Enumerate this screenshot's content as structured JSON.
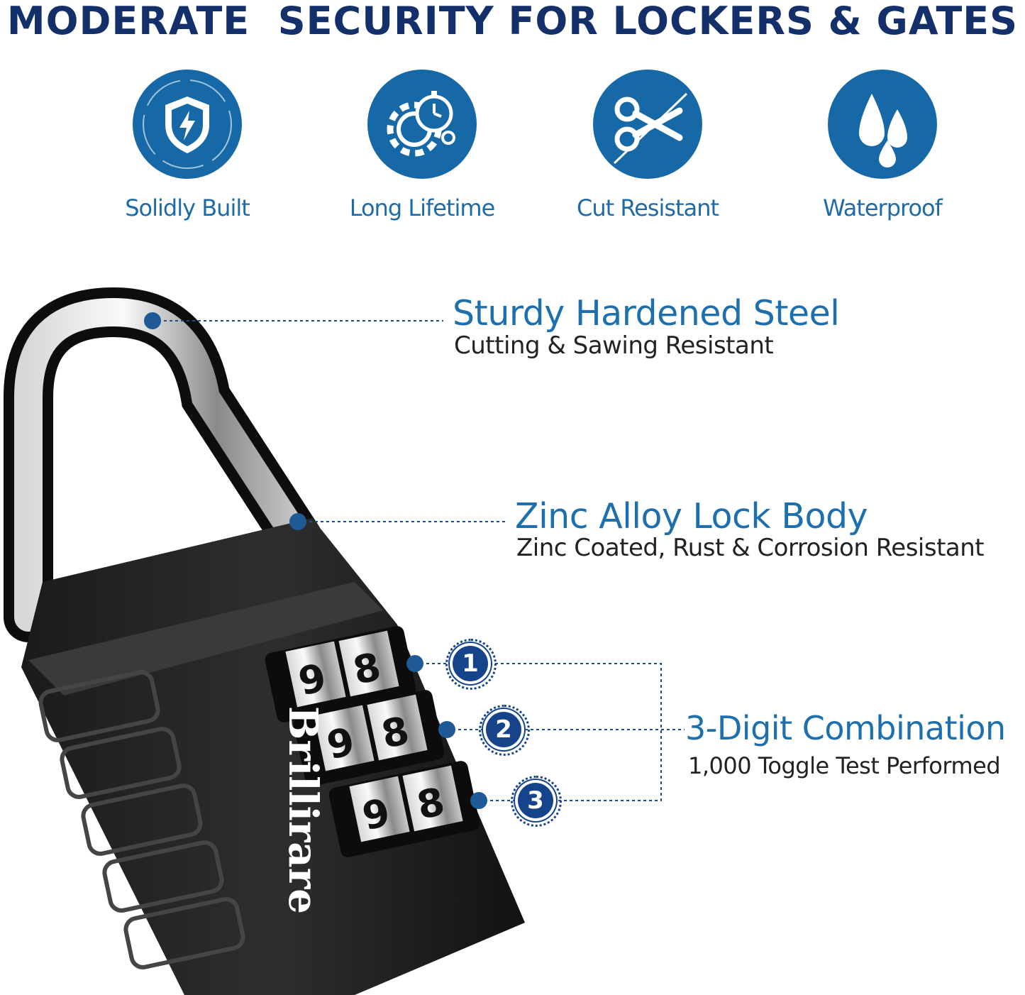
{
  "headline": "MODERATE  SECURITY FOR LOCKERS & GATES",
  "features": [
    {
      "label": "Solidly Built",
      "icon": "shield-lightning-icon"
    },
    {
      "label": "Long Lifetime",
      "icon": "gears-stopwatch-icon"
    },
    {
      "label": "Cut Resistant",
      "icon": "scissors-icon"
    },
    {
      "label": "Waterproof",
      "icon": "water-drops-icon"
    }
  ],
  "callouts": [
    {
      "title": "Sturdy Hardened Steel",
      "subtitle": "Cutting & Sawing Resistant"
    },
    {
      "title": "Zinc Alloy Lock Body",
      "subtitle": "Zinc Coated, Rust & Corrosion Resistant"
    },
    {
      "title": "3-Digit Combination",
      "subtitle": "1,000 Toggle Test Performed"
    }
  ],
  "lock": {
    "brand": "Brillirare",
    "dial_badges": [
      "1",
      "2",
      "3"
    ],
    "dial_digits": [
      "9",
      "8"
    ]
  },
  "colors": {
    "headline": "#13306b",
    "icon_disc": "#1669a6",
    "callout_title": "#1d6fae",
    "badge": "#15448a"
  }
}
